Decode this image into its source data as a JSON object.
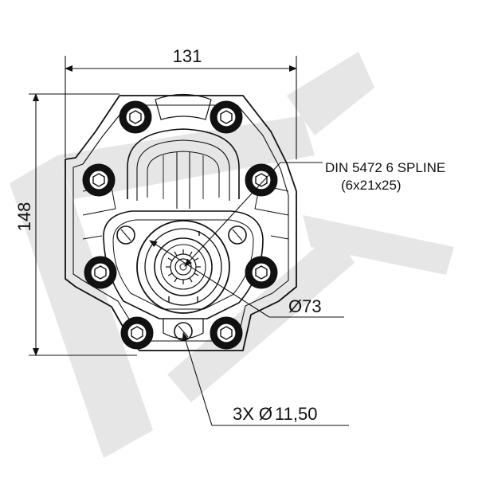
{
  "dimensions": {
    "width": "131",
    "height": "148",
    "bore_diameter": "73",
    "holes": "3X",
    "hole_diameter": "11,50",
    "diameter_symbol": "Ø"
  },
  "callouts": {
    "spline_line1": "DIN 5472 6 SPLINE",
    "spline_line2": "(6x21x25)"
  },
  "colors": {
    "line": "#111111",
    "watermark": "#e6e6e6",
    "background": "#ffffff"
  },
  "icons": {
    "bolt_head": "hex-socket-bolt-icon",
    "mounting_hole": "mounting-hole-icon",
    "spline_shaft": "spline-shaft-icon"
  }
}
